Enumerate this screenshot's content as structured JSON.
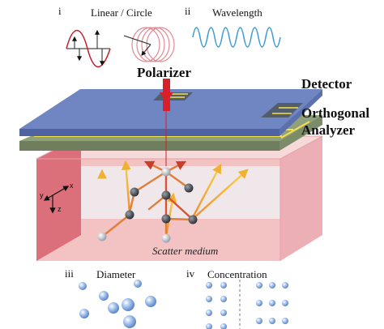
{
  "panels": {
    "i": {
      "numeral": "i",
      "label": "Linear / Circle"
    },
    "ii": {
      "numeral": "ii",
      "label": "Wavelength"
    },
    "iii": {
      "numeral": "iii",
      "label": "Diameter"
    },
    "iv": {
      "numeral": "iv",
      "label": "Concentration"
    }
  },
  "labels": {
    "polarizer": "Polarizer",
    "detector": "Detector",
    "analyzer_line1": "Orthogonal",
    "analyzer_line2": "Analyzer",
    "scatter_medium": "Scatter medium"
  },
  "axes": {
    "x": "x",
    "y": "y",
    "z": "z"
  },
  "colors": {
    "detector_plate": "#6f86c2",
    "analyzer_plate": "#8ea17a",
    "medium_front": "#f3c3c4",
    "medium_side": "#d96a76",
    "particle_dark": "#4b4f57",
    "particle_light": "#c9ced6",
    "ray": "#e58a3a",
    "beam": "#d91f2a",
    "wave": "#3b99d6",
    "sphere": "#8fb3e6"
  }
}
